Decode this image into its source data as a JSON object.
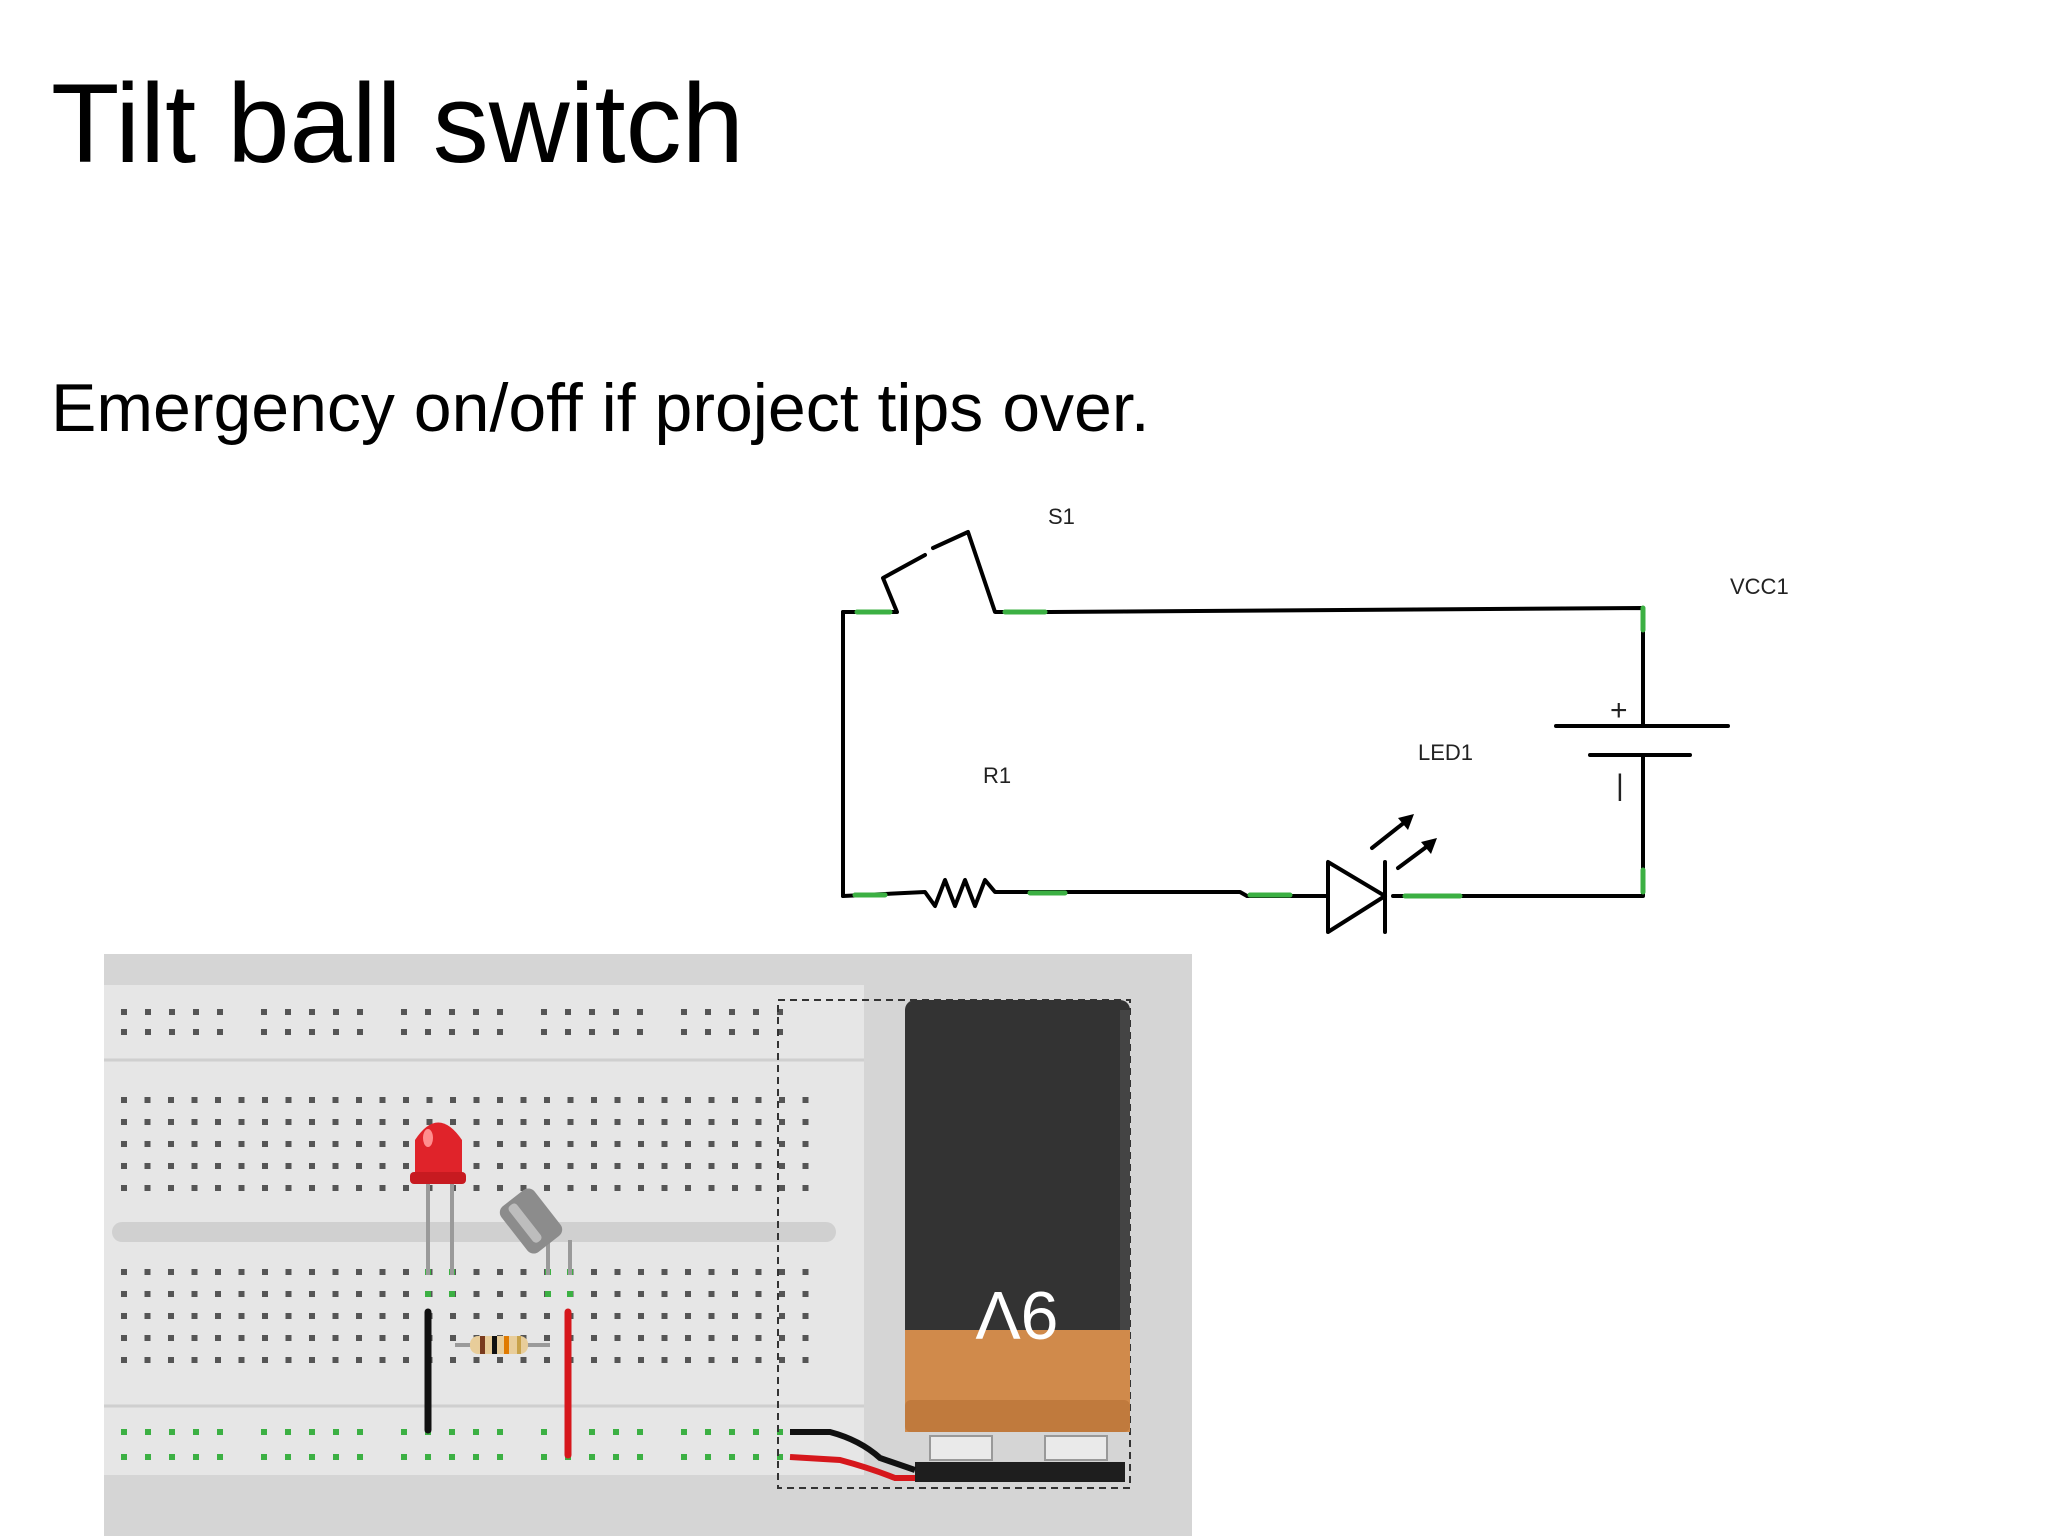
{
  "slide": {
    "title": "Tilt ball switch",
    "body": "Emergency on/off if project tips over."
  },
  "schematic": {
    "switch_label": "S1",
    "resistor_label": "R1",
    "led_label": "LED1",
    "source_label": "VCC1",
    "plus_sign": "+",
    "minus_sign": "|"
  },
  "breadboard": {
    "battery_label": "9V"
  },
  "colors": {
    "wire": "#000000",
    "pin_highlight": "#3cb043",
    "breadboard_bg": "#d5d5d5",
    "breadboard_panel": "#e6e6e6",
    "battery_body": "#333333",
    "battery_band": "#d08a4b",
    "led_red": "#e0232a",
    "wire_red": "#d6171c"
  }
}
